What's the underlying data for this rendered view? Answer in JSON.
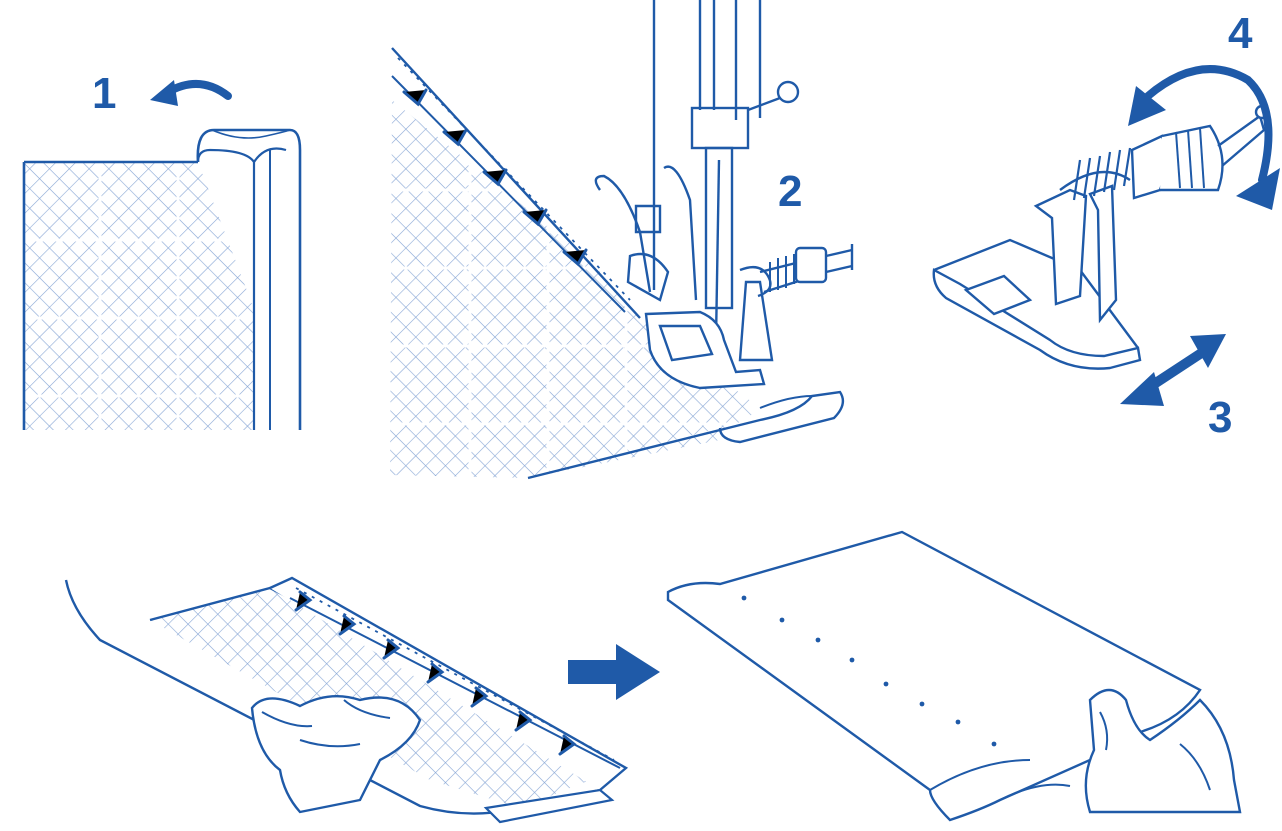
{
  "colors": {
    "ink": "#1f5aa8",
    "mesh": "#7f9fd0",
    "paper": "#ffffff"
  },
  "steps": {
    "step1": "1",
    "step2": "2",
    "step3": "3",
    "step4": "4"
  },
  "icons": {
    "fold_arrow": "curved-arrow-left-icon",
    "direction_arrow": "arrow-right-icon",
    "adjust_arrow": "double-arrow-icon",
    "turn_arrow": "rotate-arrow-icon"
  }
}
